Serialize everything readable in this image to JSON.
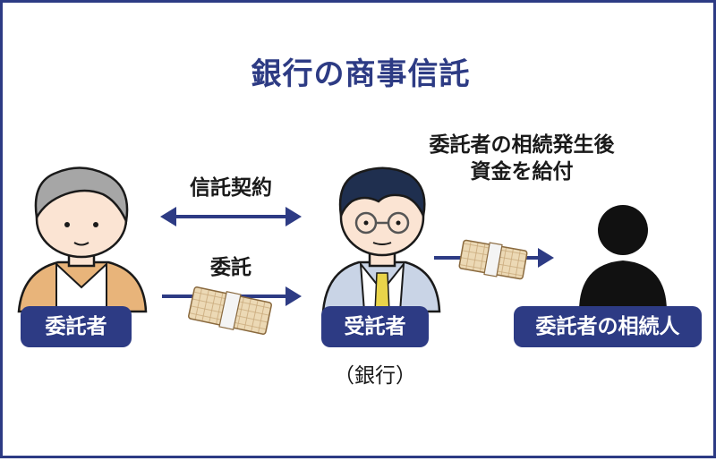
{
  "title": "銀行の商事信託",
  "arrows": {
    "contract_label": "信託契約",
    "entrust_label": "委託",
    "pay_label_line1": "委託者の相続発生後",
    "pay_label_line2": "資金を給付"
  },
  "parties": {
    "settlor": "委託者",
    "trustee": "受託者",
    "trustee_note": "（銀行）",
    "heir": "委託者の相続人"
  },
  "colors": {
    "navy": "#2d3b84",
    "silhouette": "#111111"
  }
}
